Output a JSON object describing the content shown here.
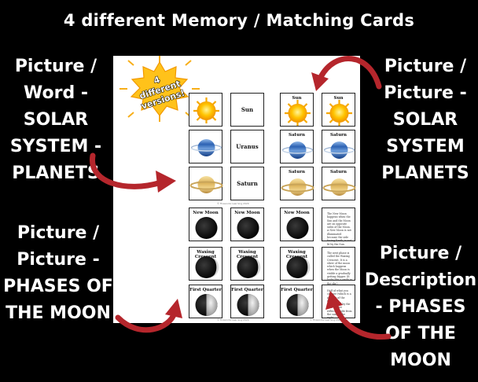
{
  "title": "4 different Memory / Matching Cards",
  "labels": {
    "top_left": [
      "Picture /",
      "Word  -",
      "SOLAR",
      "SYSTEM -",
      "PLANETS"
    ],
    "top_right": [
      "Picture /",
      "Picture -",
      "SOLAR",
      "SYSTEM",
      "PLANETS"
    ],
    "bottom_left": [
      "Picture /",
      "Picture -",
      "PHASES OF",
      "THE MOON"
    ],
    "bottom_right": [
      "Picture /",
      "Description",
      "- PHASES",
      "OF THE",
      "MOON"
    ]
  },
  "badge": {
    "line1": "4",
    "line2": "different",
    "line3": "versions!"
  },
  "cards": {
    "planet_words": [
      "Sun",
      "Uranus",
      "Saturn"
    ],
    "planet_labels": [
      "Sun",
      "Saturn",
      "Saturn"
    ],
    "moon_labels": [
      "New Moon",
      "Waxing Crescent",
      "First Quarter"
    ],
    "moon_descriptions": [
      "The New Moon happens when the Sun and the Moon are on opposite sides of the Moon. A New Moon is not illuminated because the side facing Earth, is not lit by the Sun.",
      "The next phase is called the Waxing Crescent. It is a sliver of the moon which happens when the Moon is visible a gradually getting bigger. (It looks like a smile in the sky.)",
      "Half of what you can see (which is a quarter of the moon) is illuminated by the sun. We see reflected light from the sun on the right."
    ]
  },
  "copyright": "© Fireworks Learning 2020"
}
